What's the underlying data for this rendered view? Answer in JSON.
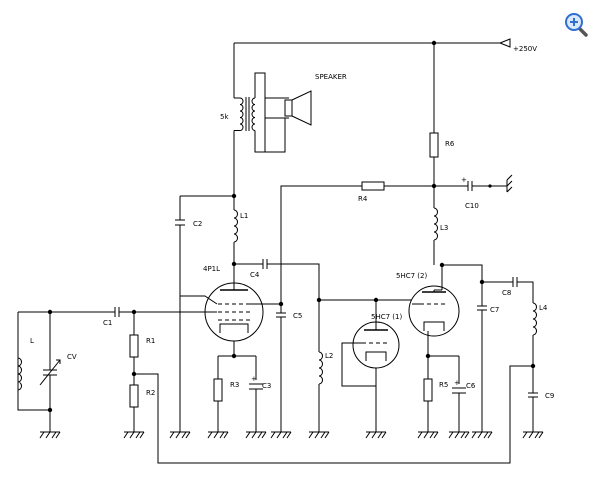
{
  "ui": {
    "zoom_icon": "zoom-in-magnifier-icon",
    "accent": "#2f6fd0"
  },
  "labels": {
    "supply": "+250V",
    "speaker": "SPEAKER",
    "transformer": "5k",
    "tube_output": "4P1L",
    "tube_detector": "5HC7 (1)",
    "tube_amp": "5HC7 (2)",
    "L": "L",
    "CV": "CV",
    "C1": "C1",
    "C2": "C2",
    "C3": "C3",
    "C4": "C4",
    "C5": "C5",
    "C6": "C6",
    "C7": "C7",
    "C8": "C8",
    "C9": "C9",
    "C10": "C10",
    "R1": "R1",
    "R2": "R2",
    "R3": "R3",
    "R4": "R4",
    "R5": "R5",
    "R6": "R6",
    "L1": "L1",
    "L2": "L2",
    "L3": "L3",
    "L4": "L4",
    "plus": "+"
  }
}
